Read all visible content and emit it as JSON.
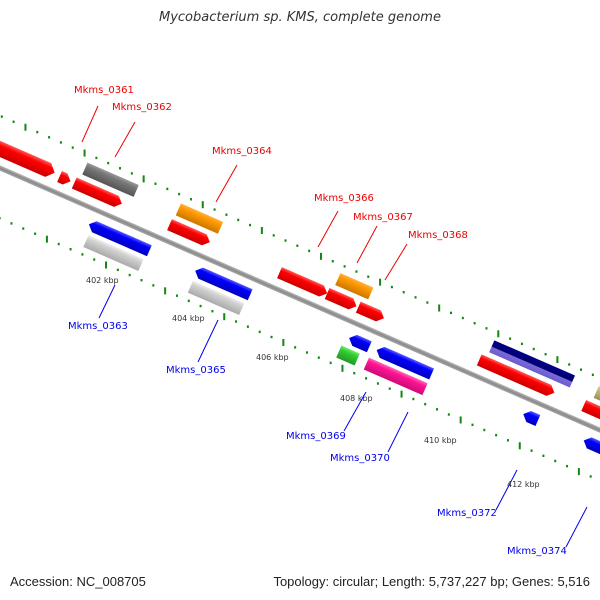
{
  "title": "Mycobacterium sp. KMS, complete genome",
  "footer": {
    "accession": "Accession: NC_008705",
    "summary": "Topology: circular; Length: 5,737,227 bp; Genes: 5,516"
  },
  "colors": {
    "forward_label": "#ee0000",
    "reverse_label": "#0000ee",
    "tick": "#118811",
    "backbone": "#999999"
  },
  "scale_labels": [
    {
      "text": "402 kbp",
      "kbp": 402
    },
    {
      "text": "404 kbp",
      "kbp": 404
    },
    {
      "text": "406 kbp",
      "kbp": 406
    },
    {
      "text": "408 kbp",
      "kbp": 408
    },
    {
      "text": "410 kbp",
      "kbp": 410
    },
    {
      "text": "412 kbp",
      "kbp": 412
    }
  ],
  "forward_labels": [
    {
      "text": "Mkms_0361"
    },
    {
      "text": "Mkms_0362"
    },
    {
      "text": "Mkms_0364"
    },
    {
      "text": "Mkms_0366"
    },
    {
      "text": "Mkms_0367"
    },
    {
      "text": "Mkms_0368"
    }
  ],
  "reverse_labels": [
    {
      "text": "Mkms_0363"
    },
    {
      "text": "Mkms_0365"
    },
    {
      "text": "Mkms_0369"
    },
    {
      "text": "Mkms_0370"
    },
    {
      "text": "Mkms_0372"
    },
    {
      "text": "Mkms_0374"
    }
  ]
}
